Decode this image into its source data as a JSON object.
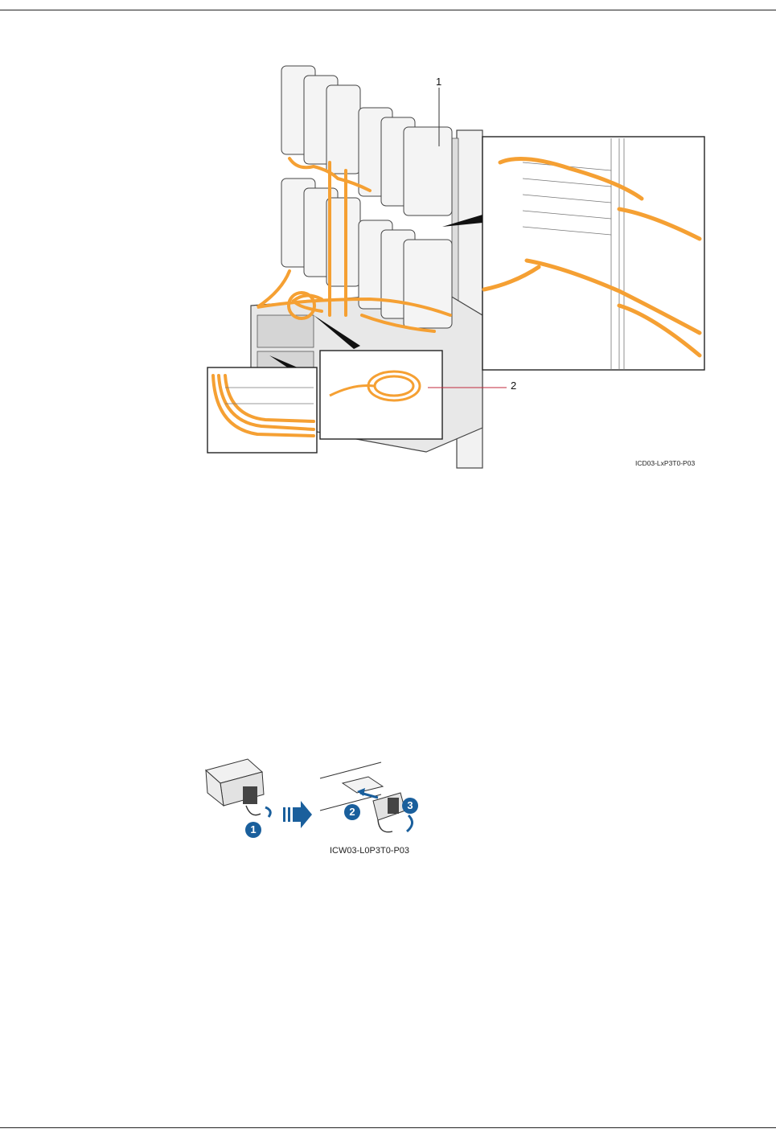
{
  "figure_top": {
    "callouts": [
      "1",
      "2"
    ],
    "caption": "ICD03-LxP3T0-P03",
    "cable_color": "#f5a033"
  },
  "figure_bottom": {
    "steps": [
      "1",
      "2",
      "3"
    ],
    "caption": "ICW03-L0P3T0-P03",
    "accent_color": "#1a5f9c"
  }
}
